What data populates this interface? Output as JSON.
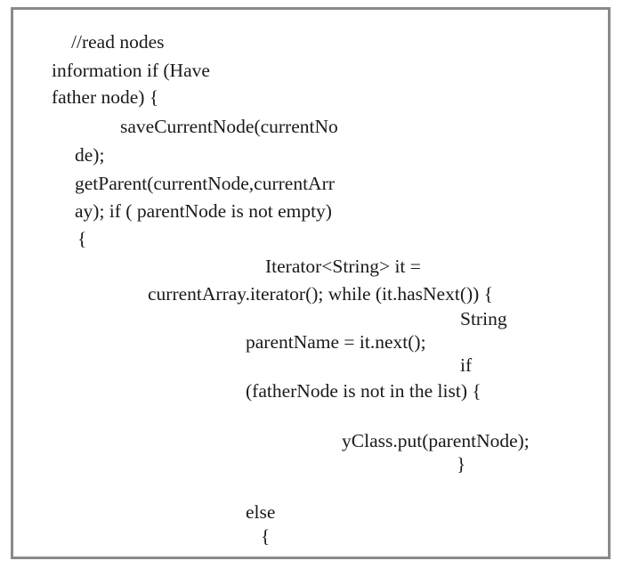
{
  "code": {
    "lines": [
      "//read nodes",
      "information if (Have",
      "father node) {",
      "saveCurrentNode(currentNo",
      "de);",
      "getParent(currentNode,currentArr",
      "ay); if ( parentNode is not empty)",
      "{",
      "Iterator<String> it =",
      "currentArray.iterator(); while (it.hasNext()) {",
      "String",
      "parentName = it.next();",
      "if",
      "(fatherNode is not in the list) {",
      "yClass.put(parentNode);",
      "}",
      "else",
      "{"
    ]
  }
}
